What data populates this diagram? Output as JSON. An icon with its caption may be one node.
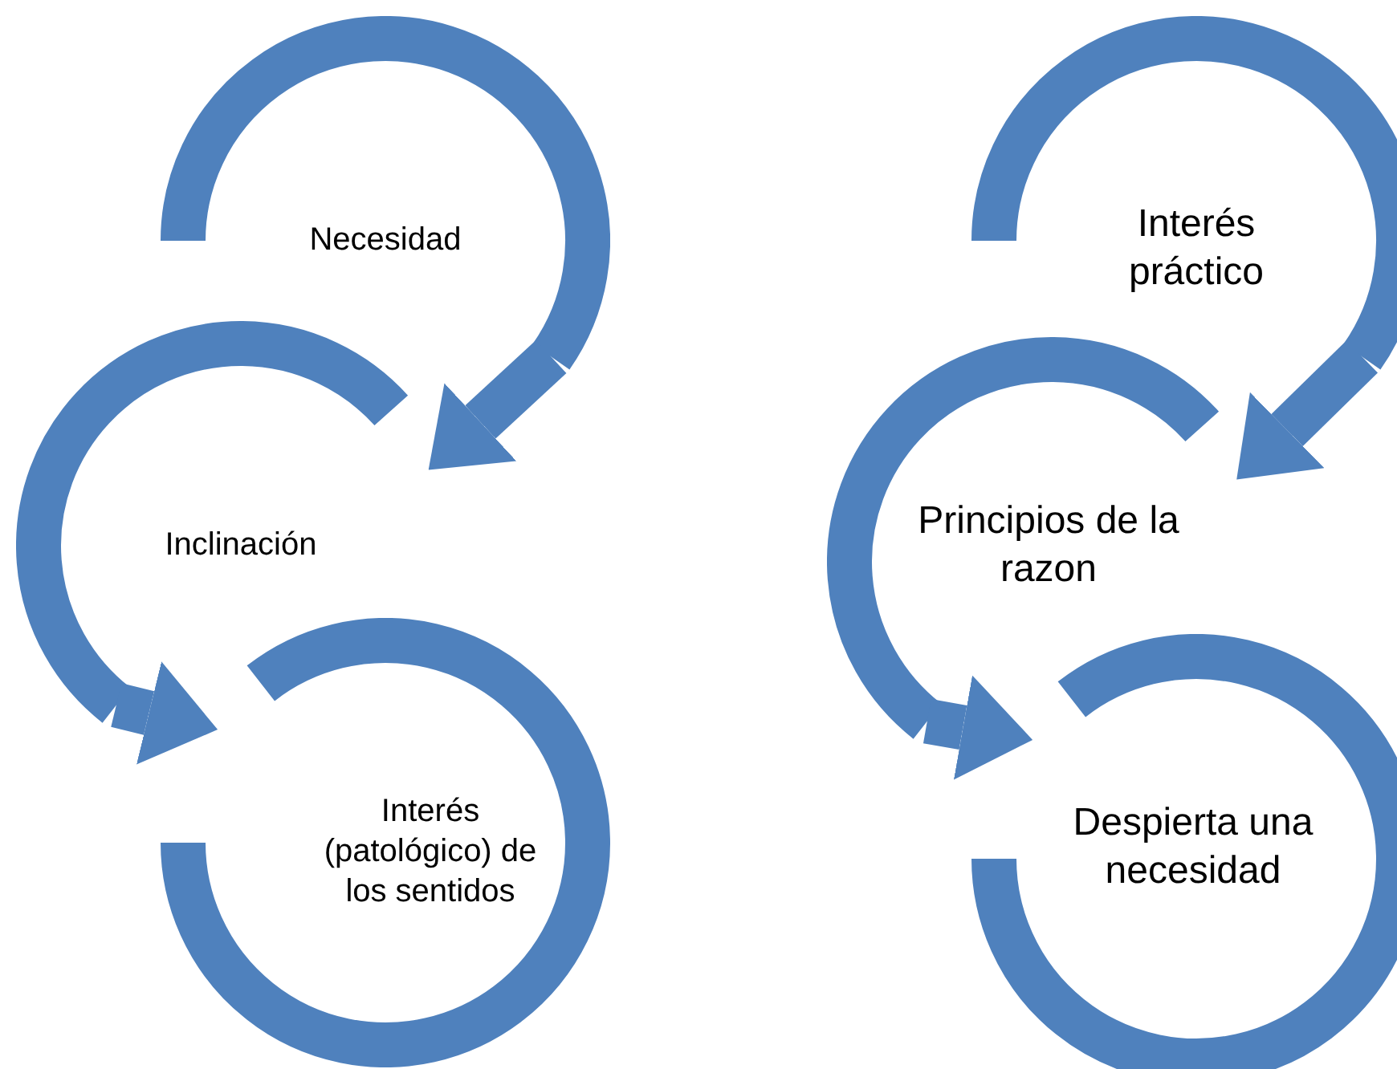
{
  "diagram": {
    "nodes": [
      {
        "text": [
          "Necesidad"
        ]
      },
      {
        "text": [
          "Inclinación"
        ]
      },
      {
        "text": [
          "Interés (patológico) de los sentidos"
        ]
      },
      {
        "text": [
          "Interés práctico"
        ]
      },
      {
        "text": [
          "Principios de la razon"
        ]
      },
      {
        "text": [
          "Despierta una necesidad"
        ]
      }
    ],
    "edges": [
      {
        "from": 0,
        "to": 1,
        "arrow": "to"
      },
      {
        "from": 1,
        "to": 2,
        "arrow": "to"
      },
      {
        "from": 3,
        "to": 4,
        "arrow": "to"
      },
      {
        "from": 4,
        "to": 5,
        "arrow": "to"
      }
    ]
  }
}
